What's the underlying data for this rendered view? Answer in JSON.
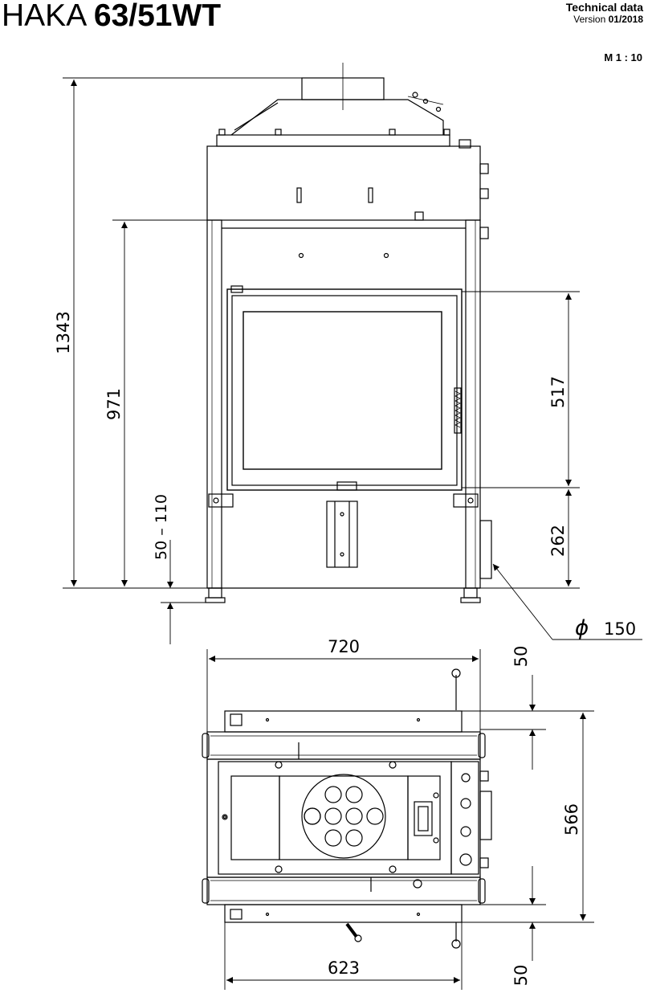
{
  "header": {
    "model_prefix": "HAKA",
    "model_name": "63/51WT",
    "doc_title": "Technical data",
    "version_label": "Version",
    "version_value": "01/2018",
    "scale": "M 1 : 10"
  },
  "dimensions": {
    "front": {
      "total_height": "1343",
      "height_to_door_top": "971",
      "glass_height": "517",
      "lower_height": "262",
      "foot_adjust": "50 – 110",
      "flue_diameter_symbol": "ϕ",
      "flue_diameter": "150"
    },
    "top": {
      "total_width": "720",
      "inner_width": "623",
      "depth": "566",
      "front_offset": "50",
      "rear_offset": "50"
    }
  }
}
